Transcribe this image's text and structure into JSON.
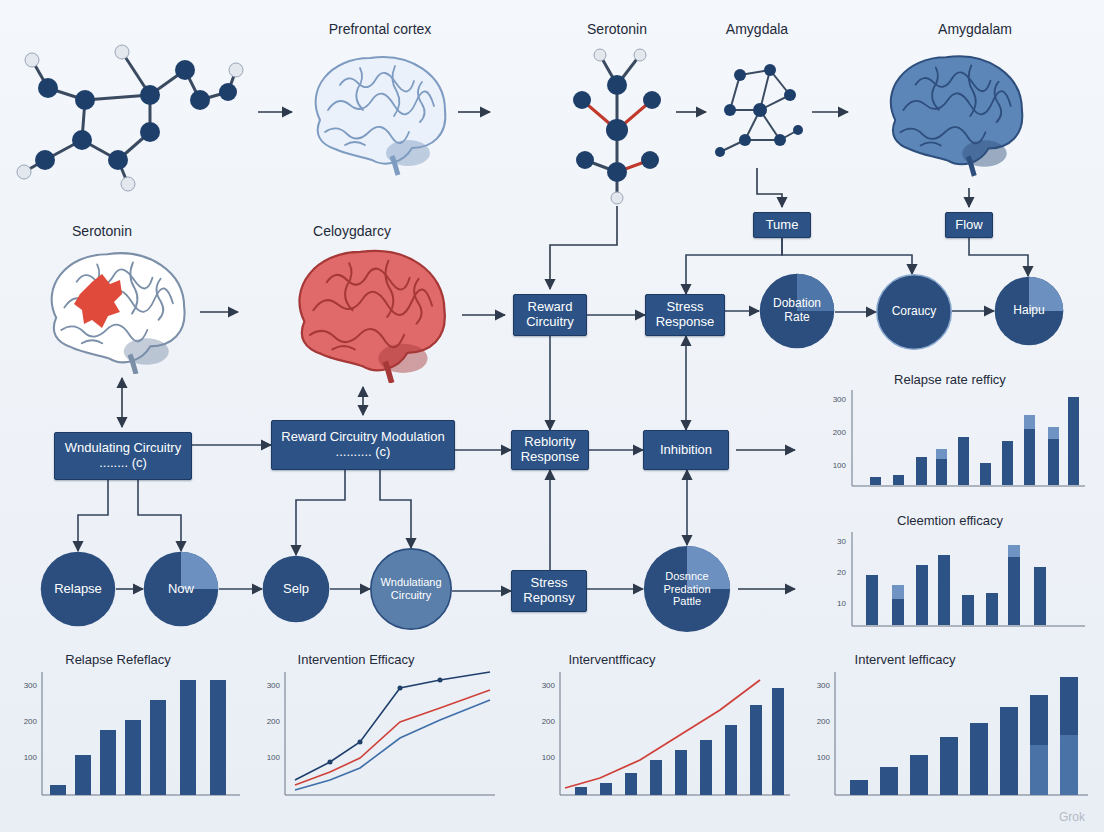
{
  "diagram": {
    "nodes": [
      {
        "text": [
          "Tume"
        ]
      },
      {
        "text": [
          "Flow"
        ]
      },
      {
        "text": [
          "Reward Circuitry"
        ]
      },
      {
        "text": [
          "Stress Response"
        ]
      },
      {
        "text": [
          "Dobation Rate"
        ]
      },
      {
        "text": [
          "Coraucy"
        ]
      },
      {
        "text": [
          "Haipu"
        ]
      },
      {
        "text": [
          "Wndulating Circuitry ........ (c)"
        ]
      },
      {
        "text": [
          "Reward Circuitry Modulation .......... (c)"
        ]
      },
      {
        "text": [
          "Reblority Response"
        ]
      },
      {
        "text": [
          "Inhibition"
        ]
      },
      {
        "text": [
          "Relapse"
        ]
      },
      {
        "text": [
          "Now"
        ]
      },
      {
        "text": [
          "Selp"
        ]
      },
      {
        "text": [
          "Wndulatiang Circuitry"
        ]
      },
      {
        "text": [
          "Stress Reponsy"
        ]
      },
      {
        "text": [
          "Dosnnce Predation Pattle"
        ]
      }
    ],
    "edges": [
      {
        "from": 0,
        "to": 3,
        "arrow": "to"
      },
      {
        "from": 0,
        "to": 5,
        "arrow": "to"
      },
      {
        "from": 1,
        "to": 6,
        "arrow": "to"
      },
      {
        "from": 2,
        "to": 3,
        "arrow": "to"
      },
      {
        "from": 3,
        "to": 4,
        "arrow": "to"
      },
      {
        "from": 4,
        "to": 5,
        "arrow": "to"
      },
      {
        "from": 5,
        "to": 6,
        "arrow": "to"
      },
      {
        "from": 2,
        "to": 9,
        "arrow": "to"
      },
      {
        "from": 3,
        "to": 10,
        "arrow": "both"
      },
      {
        "from": 7,
        "to": 8,
        "arrow": "to"
      },
      {
        "from": 8,
        "to": 9,
        "arrow": "to"
      },
      {
        "from": 9,
        "to": 10,
        "arrow": "to"
      },
      {
        "from": 10,
        "to": 16,
        "arrow": "both"
      },
      {
        "from": 7,
        "to": 11,
        "arrow": "to"
      },
      {
        "from": 7,
        "to": 12,
        "arrow": "to"
      },
      {
        "from": 8,
        "to": 13,
        "arrow": "to"
      },
      {
        "from": 8,
        "to": 14,
        "arrow": "to"
      },
      {
        "from": 11,
        "to": 12,
        "arrow": "to"
      },
      {
        "from": 12,
        "to": 13,
        "arrow": "to"
      },
      {
        "from": 13,
        "to": 14,
        "arrow": "to"
      },
      {
        "from": 14,
        "to": 15,
        "arrow": "to"
      },
      {
        "from": 15,
        "to": 9,
        "arrow": "to"
      },
      {
        "from": 15,
        "to": 16,
        "arrow": "to"
      }
    ],
    "labels": [
      "Prefrontal cortex",
      "Serotonin",
      "Amygdala",
      "Amygdalam",
      "Serotonin",
      "Celoygdarcy",
      "Relapse rate refficy",
      "Cleemtion efficacy",
      "Relapse Refeflacy",
      "Intervention Efficacy",
      "Interventfficacy",
      "Intervent lefficacy",
      "Grok",
      "300",
      "200",
      "100",
      "30",
      "20",
      "10",
      "300",
      "200",
      "100",
      "300",
      "200",
      "100",
      "300",
      "200",
      "100",
      "300",
      "200",
      "100"
    ]
  }
}
